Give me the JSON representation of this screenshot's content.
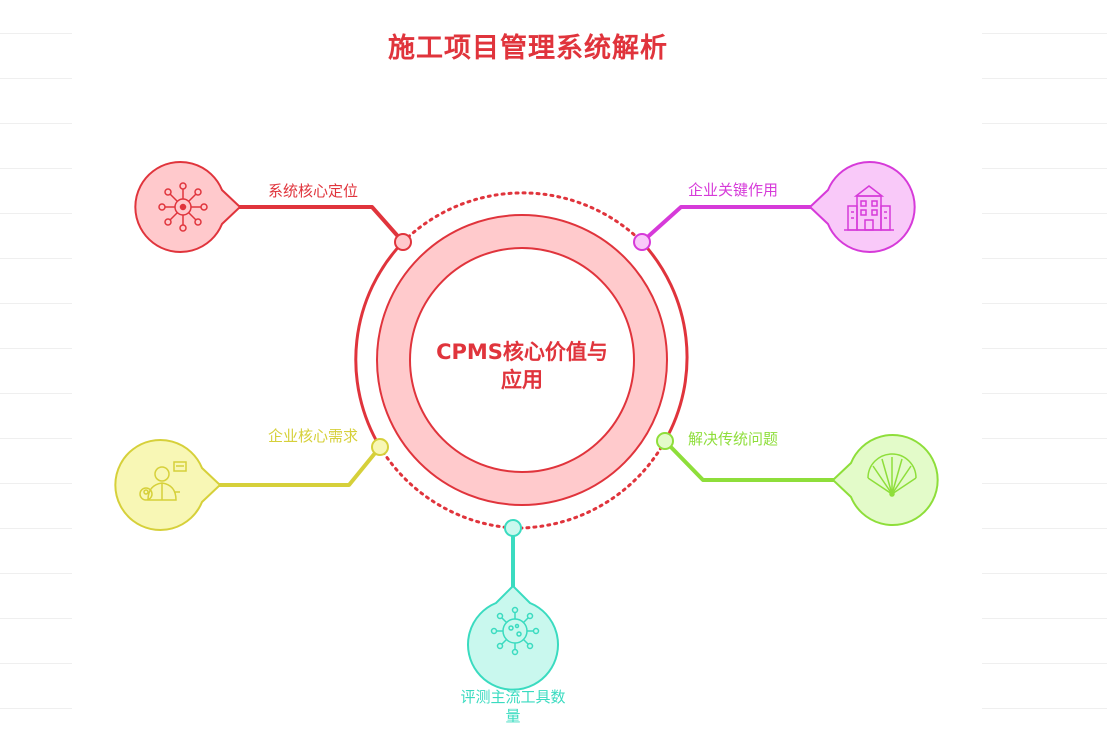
{
  "title": "施工项目管理系统解析",
  "center": {
    "label_line1": "CPMS核心价值与",
    "label_line2": "应用"
  },
  "nodes": [
    {
      "id": "core-positioning",
      "label": "系统核心定位",
      "icon": "network-hub-icon",
      "color": "#e0343c",
      "fill": "#ffc9cc"
    },
    {
      "id": "enterprise-role",
      "label": "企业关键作用",
      "icon": "building-icon",
      "color": "#d63ad9",
      "fill": "#f9c9f9"
    },
    {
      "id": "enterprise-needs",
      "label": "企业核心需求",
      "icon": "consultant-icon",
      "color": "#d6d03a",
      "fill": "#f8f7b5"
    },
    {
      "id": "traditional-problems",
      "label": "解决传统问题",
      "icon": "fan-icon",
      "color": "#8ede3a",
      "fill": "#e3fbc9"
    },
    {
      "id": "evaluate-tools",
      "label": "评测主流工具数",
      "label_line2": "量",
      "icon": "virus-icon",
      "color": "#3adbc0",
      "fill": "#c9f8ee"
    }
  ],
  "colors": {
    "title": "#e0343c",
    "ring": "#e0343c",
    "ring_fill": "#ffcacc"
  }
}
